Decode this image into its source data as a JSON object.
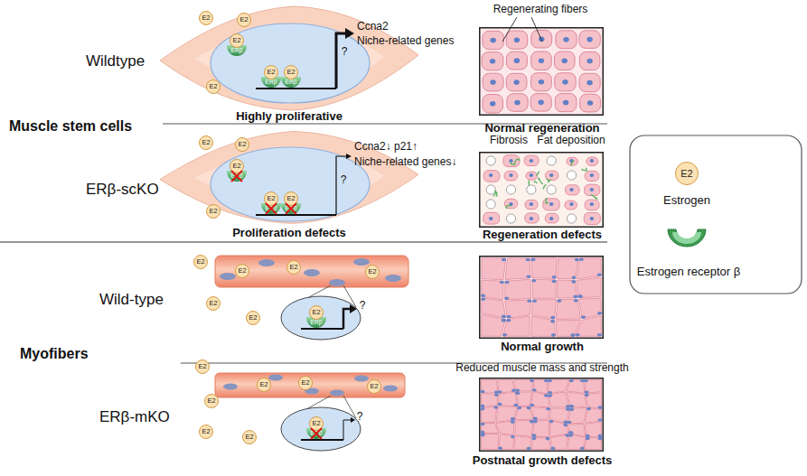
{
  "diagram": {
    "nodes": [
      {
        "text": [
          "Highly proliferative"
        ]
      },
      {
        "text": [
          "?"
        ],
        "in": 0
      },
      {
        "text": [
          "Normal regeneration"
        ]
      },
      {
        "text": [
          "Proliferation defects"
        ]
      },
      {
        "text": [
          "?"
        ],
        "in": 3
      },
      {
        "text": [
          "Regeneration defects"
        ]
      },
      {
        "text": [
          "?"
        ]
      },
      {
        "text": [
          "Normal growth"
        ]
      },
      {
        "text": [
          "?"
        ]
      },
      {
        "text": [
          "Postnatal growth defects"
        ]
      }
    ],
    "labels": [
      "Wildtype",
      "Muscle stem cells",
      "ERβ-scKO",
      "Wild-type",
      "Myofibers",
      "ERβ-mKO",
      "Ccna2",
      "Niche-related genes",
      "Regenerating fibers",
      "Ccna2↓ p21↑",
      "Niche-related genes↓",
      "Fibrosis",
      "Fat deposition",
      "Reduced muscle mass and strength",
      "E2",
      "E2",
      "E2",
      "ERβ",
      "E2",
      "E2",
      "ERβ",
      "ERβ",
      "E2",
      "E2",
      "E2",
      "E2",
      "ERβ",
      "E2",
      "E2",
      "ERβ",
      "ERβ",
      "E2",
      "E2",
      "E2",
      "E2",
      "E2",
      "E2",
      "E2",
      "E2",
      "ERβ",
      "E2",
      "E2",
      "E2",
      "E2",
      "E2",
      "E2",
      "E2",
      "E2",
      "ERβ",
      "E2"
    ],
    "legend": [
      {
        "text": "Estrogen"
      },
      {
        "text": "Estrogen receptor β"
      }
    ]
  }
}
